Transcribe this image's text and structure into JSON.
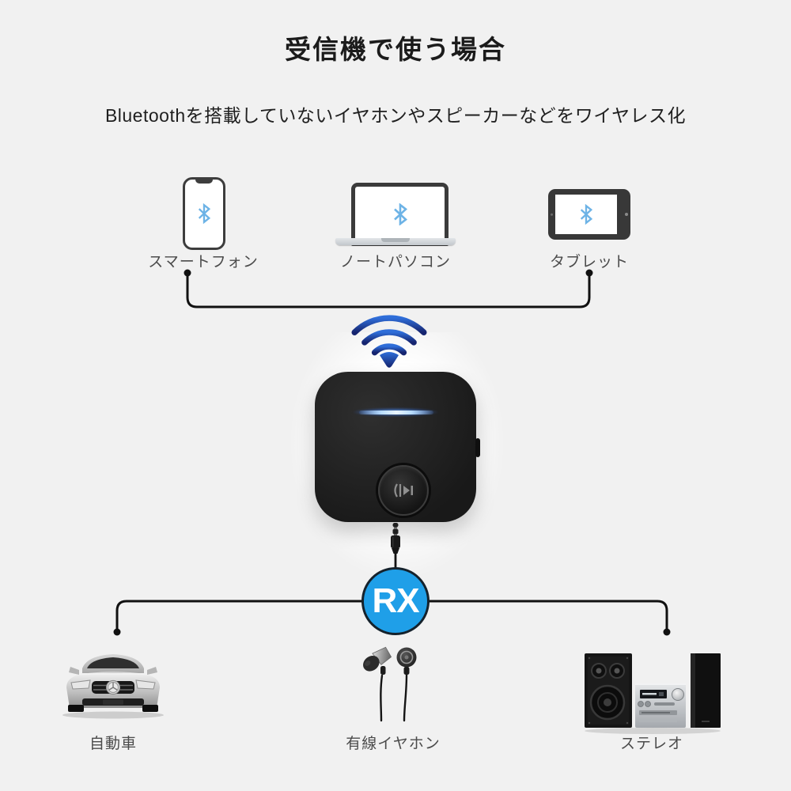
{
  "page": {
    "bg_color": "#f1f1f1"
  },
  "header": {
    "title": "受信機で使う場合",
    "subtitle": "Bluetoothを搭載していないイヤホンやスピーカーなどをワイヤレス化"
  },
  "sources": [
    {
      "label": "スマートフォン",
      "icon": "smartphone-icon"
    },
    {
      "label": "ノートパソコン",
      "icon": "laptop-icon"
    },
    {
      "label": "タブレット",
      "icon": "tablet-icon"
    }
  ],
  "receiver": {
    "rx_label": "RX",
    "rx_fill_color": "#1f9fe8",
    "rx_border_color": "#15222c",
    "led_color": "#5ab0ff",
    "wifi_icon": "wifi-signal-icon",
    "device_icon": "bluetooth-receiver-device",
    "button_icon": "play-pause-button-icon",
    "jack_icon": "audio-jack-plug-icon"
  },
  "outputs": [
    {
      "label": "自動車",
      "icon": "car-icon"
    },
    {
      "label": "有線イヤホン",
      "icon": "wired-earphones-icon"
    },
    {
      "label": "ステレオ",
      "icon": "stereo-system-icon"
    }
  ],
  "connectors": {
    "line_color": "#111111",
    "bluetooth_color": "#6db3e6",
    "wifi_color_top": "#2f6ed9",
    "wifi_color_bottom": "#16246f"
  }
}
